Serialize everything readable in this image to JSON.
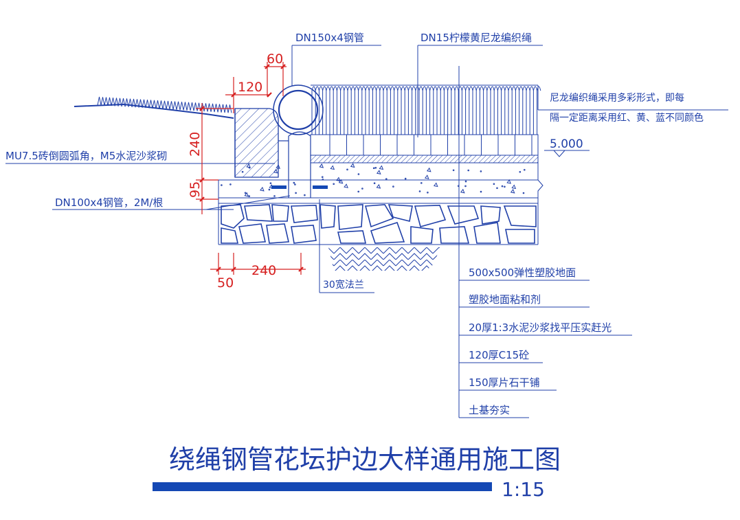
{
  "drawing": {
    "title": "绕绳钢管花坛护边大样通用施工图",
    "scale": "1:15"
  },
  "callouts": {
    "pipe": "DN150x4钢管",
    "rope": "DN15柠檬黄尼龙编织绳",
    "rope_note_1": "尼龙编织绳采用多彩形式，即每",
    "rope_note_2": "隔一定距离采用红、黄、蓝不同颜色",
    "elevation": "5.000",
    "brick": "MU7.5砖倒圆弧角，M5水泥沙浆砌",
    "steel_pipe": "DN100x4钢管，2M/根",
    "flange": "30宽法兰"
  },
  "dimensions": {
    "d60": "60",
    "d120": "120",
    "d240v": "240",
    "d95": "95",
    "d50": "50",
    "d240h": "240"
  },
  "layers": [
    "500x500弹性塑胶地面",
    "塑胶地面粘和剂",
    "20厚1:3水泥沙浆找平压实赶光",
    "120厚C15砼",
    "150厚片石干铺",
    "土基夯实"
  ],
  "colors": {
    "line": "#1f3fa8",
    "dimension": "#d62020",
    "title_bar": "#1448b4"
  }
}
